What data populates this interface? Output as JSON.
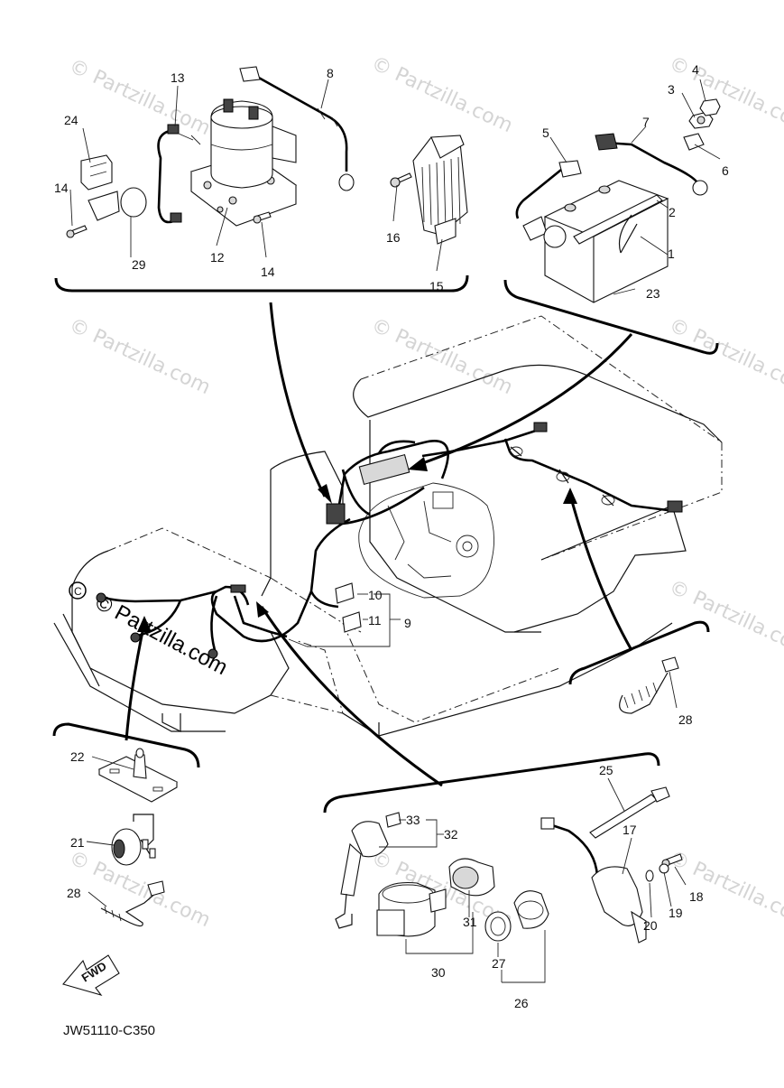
{
  "diagram": {
    "watermark": "© Partzilla.com",
    "catalog_code": "JW51110-C350",
    "fwd_label": "FWD",
    "callouts": {
      "c1": "1",
      "c2": "2",
      "c3": "3",
      "c4": "4",
      "c5": "5",
      "c6": "6",
      "c7": "7",
      "c8": "8",
      "c9": "9",
      "c10": "10",
      "c11": "11",
      "c12": "12",
      "c13": "13",
      "c14a": "14",
      "c14b": "14",
      "c15": "15",
      "c16": "16",
      "c17": "17",
      "c18": "18",
      "c19": "19",
      "c20": "20",
      "c21": "21",
      "c22": "22",
      "c23": "23",
      "c24": "24",
      "c25": "25",
      "c26": "26",
      "c27": "27",
      "c28a": "28",
      "c28b": "28",
      "c29": "29",
      "c30": "30",
      "c31": "31",
      "c32": "32",
      "c33": "33"
    }
  }
}
